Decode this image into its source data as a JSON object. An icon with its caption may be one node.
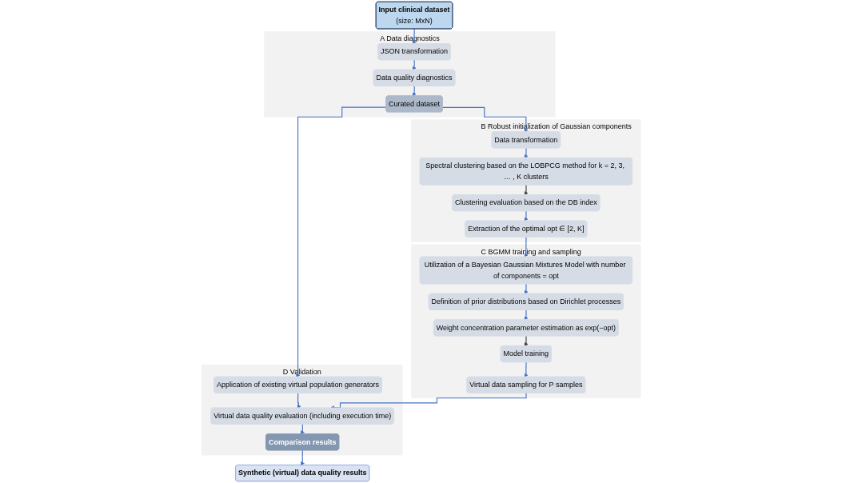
{
  "diagram": {
    "nodes": [
      {
        "text": [
          "Input clinical dataset",
          "(size: MxN)"
        ]
      },
      {
        "text": [
          "A",
          "Data diagnostics"
        ]
      },
      {
        "text": [
          "JSON transformation"
        ],
        "in": 1
      },
      {
        "text": [
          "Data quality diagnostics"
        ],
        "in": 1
      },
      {
        "text": [
          "Curated dataset"
        ],
        "in": 1
      },
      {
        "text": [
          "B",
          "Robust initialization of Gaussian components"
        ]
      },
      {
        "text": [
          "Data transformation"
        ],
        "in": 5
      },
      {
        "text": [
          "Spectral clustering based on the LOBPCG method for k = 2, 3, … , K clusters"
        ],
        "in": 5
      },
      {
        "text": [
          "Extraction of the optimal opt ∈ [2, K]"
        ],
        "in": 5
      },
      {
        "text": [
          "Clustering evaluation based on the DB index"
        ],
        "in": 5
      },
      {
        "text": [
          "D",
          "Validation"
        ]
      },
      {
        "text": [
          "Application of existing virtual population generators"
        ],
        "in": 10
      },
      {
        "text": [
          "Virtual data quality evaluation (including execution time)"
        ],
        "in": 10
      },
      {
        "text": [
          "Comparison results"
        ],
        "in": 10
      },
      {
        "text": [
          "C",
          "BGMM training and sampling"
        ]
      },
      {
        "text": [
          "Utilization of a Bayesian Gaussian Mixtures Model with number of components = opt"
        ],
        "in": 14
      },
      {
        "text": [
          "Definition of prior distributions based on Dirichlet processes"
        ],
        "in": 14
      },
      {
        "text": [
          "Weight concentration parameter estimation as exp(−opt)"
        ],
        "in": 14
      },
      {
        "text": [
          "Virtual data sampling for P samples"
        ],
        "in": 14
      },
      {
        "text": [
          "Model training"
        ],
        "in": 14
      },
      {
        "text": [
          "Synthetic (virtual) data quality results"
        ]
      }
    ],
    "edges": [
      {
        "from": 0,
        "to": 2,
        "arrow": "to"
      },
      {
        "from": 2,
        "to": 3,
        "arrow": "to"
      },
      {
        "from": 3,
        "to": 4,
        "arrow": "to"
      },
      {
        "from": 4,
        "to": 6,
        "arrow": "to"
      },
      {
        "from": 4,
        "to": 11,
        "arrow": "to"
      },
      {
        "from": 6,
        "to": 7,
        "arrow": "to"
      },
      {
        "from": 7,
        "to": 9,
        "arrow": "to",
        "color": "#404040"
      },
      {
        "from": 9,
        "to": 8,
        "arrow": "to"
      },
      {
        "from": 8,
        "to": 15,
        "arrow": "to"
      },
      {
        "from": 11,
        "to": 12,
        "arrow": "to"
      },
      {
        "from": 12,
        "to": 13,
        "arrow": "to"
      },
      {
        "from": 15,
        "to": 16,
        "arrow": "to"
      },
      {
        "from": 16,
        "to": 17,
        "arrow": "to"
      },
      {
        "from": 17,
        "to": 19,
        "arrow": "to",
        "color": "#404040"
      },
      {
        "from": 19,
        "to": 18,
        "arrow": "to"
      },
      {
        "from": 18,
        "to": 12,
        "arrow": "to"
      },
      {
        "from": 13,
        "to": 20,
        "arrow": "to"
      }
    ]
  }
}
